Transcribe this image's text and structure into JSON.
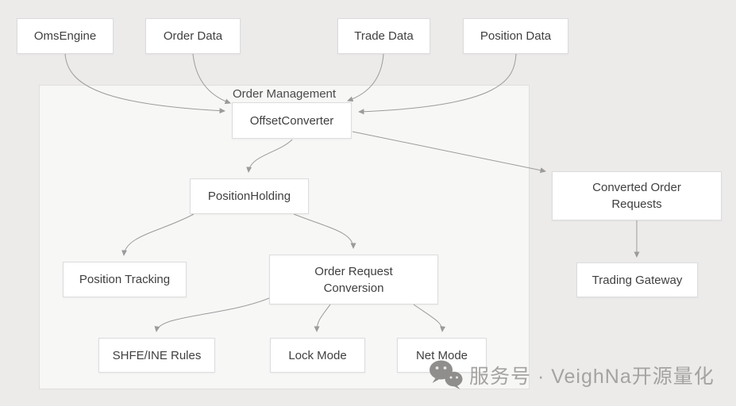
{
  "diagram": {
    "container": {
      "label": "Order Management"
    },
    "nodes": {
      "oms_engine": "OmsEngine",
      "order_data": "Order Data",
      "trade_data": "Trade Data",
      "position_data": "Position Data",
      "offset_converter": "OffsetConverter",
      "position_holding": "PositionHolding",
      "position_tracking": "Position Tracking",
      "order_request_conversion_line1": "Order Request",
      "order_request_conversion_line2": "Conversion",
      "shfe_ine_rules": "SHFE/INE Rules",
      "lock_mode": "Lock Mode",
      "net_mode": "Net Mode",
      "converted_order_requests_line1": "Converted Order",
      "converted_order_requests_line2": "Requests",
      "trading_gateway": "Trading Gateway"
    },
    "edges": [
      {
        "from": "OmsEngine",
        "to": "OffsetConverter"
      },
      {
        "from": "Order Data",
        "to": "OffsetConverter"
      },
      {
        "from": "Trade Data",
        "to": "OffsetConverter"
      },
      {
        "from": "Position Data",
        "to": "OffsetConverter"
      },
      {
        "from": "OffsetConverter",
        "to": "PositionHolding"
      },
      {
        "from": "OffsetConverter",
        "to": "Converted Order Requests"
      },
      {
        "from": "PositionHolding",
        "to": "Position Tracking"
      },
      {
        "from": "PositionHolding",
        "to": "Order Request Conversion"
      },
      {
        "from": "Order Request Conversion",
        "to": "SHFE/INE Rules"
      },
      {
        "from": "Order Request Conversion",
        "to": "Lock Mode"
      },
      {
        "from": "Order Request Conversion",
        "to": "Net Mode"
      },
      {
        "from": "Converted Order Requests",
        "to": "Trading Gateway"
      }
    ],
    "colors": {
      "arrow": "#9b9b9b",
      "node_background": "#ffffff",
      "node_border": "#dcdcdc",
      "node_text": "#3f3f3f",
      "page_background": "#ecebea",
      "container_background": "#f7f7f6",
      "watermark_text": "#a5a3a1"
    }
  },
  "watermark": {
    "icon": "wechat-icon",
    "text": "服务号 · VeighNa开源量化"
  }
}
